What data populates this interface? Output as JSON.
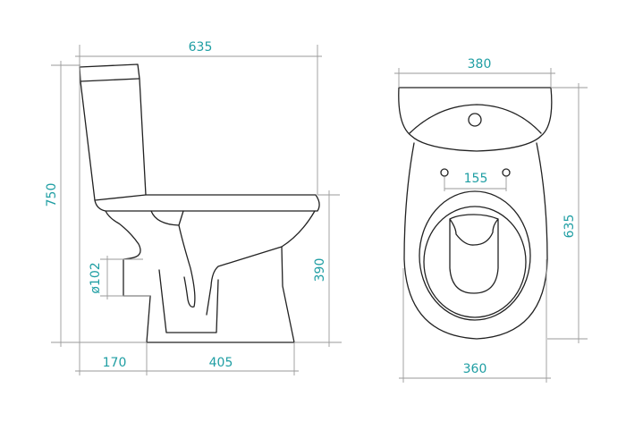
{
  "side_view": {
    "overall_length": "635",
    "overall_height": "750",
    "seat_height": "390",
    "outlet_diameter": "ø102",
    "outlet_offset": "170",
    "base_length": "405"
  },
  "front_view": {
    "tank_width": "380",
    "overall_depth": "635",
    "seat_bolt_spacing": "155",
    "bowl_width": "360"
  },
  "colors": {
    "dimension_text": "#1f9ea3",
    "dimension_line": "#9a9a9a",
    "outline": "#222222"
  }
}
